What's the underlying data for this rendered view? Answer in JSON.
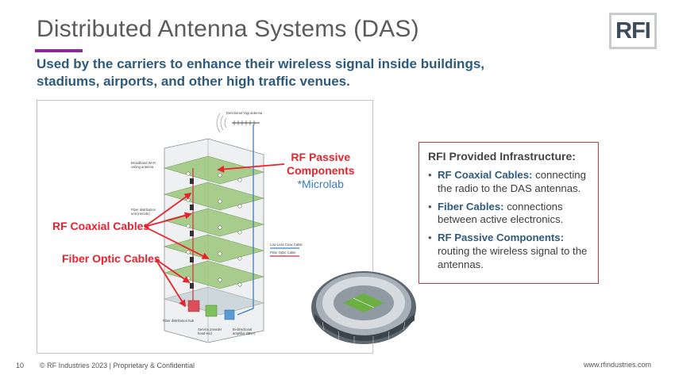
{
  "slide": {
    "title": "Distributed Antenna Systems (DAS)",
    "subtitle": "Used by the carriers to enhance their wireless signal inside buildings, stadiums, airports, and other high traffic venues.",
    "logo_text": "RFI",
    "page_number": "10",
    "copyright": "© RF Industries 2023 | Proprietary & Confidential",
    "website": "www.rfindustries.com"
  },
  "diagram": {
    "labels": {
      "directional_antenna": "Directional Yagi antenna",
      "broadband_wifi": "Broadband Wi-Fi ceiling antenna",
      "broadband_wifi_l1": "Broadband Wi-Fi",
      "broadband_wifi_l2": "ceiling antenna",
      "fiber_distribution_unit_l1": "Fiber distribution",
      "fiber_distribution_unit_l2": "unit (remote)",
      "low_loss_coax": "Low Loss Coax Cable",
      "fiber_optic_cable": "Fiber Optic Cable",
      "fiber_distribution_hub": "Fiber distribution hub",
      "service_provider_l1": "Service provider",
      "service_provider_l2": "head-end",
      "bda_l1": "Bi-directional",
      "bda_l2": "amplifier (BDA)"
    },
    "callouts": {
      "passive_line1": "RF Passive",
      "passive_line2": "Components",
      "microlab": "*Microlab",
      "coax": "RF Coaxial Cables",
      "fiber": "Fiber Optic Cables"
    }
  },
  "info_box": {
    "heading": "RFI Provided Infrastructure:",
    "items": [
      {
        "term": "RF Coaxial Cables:",
        "desc": " connecting the radio to the DAS antennas."
      },
      {
        "term": "Fiber Cables:",
        "desc": " connections between active electronics."
      },
      {
        "term": "RF Passive Components:",
        "desc": " routing the wireless signal to the antennas."
      }
    ]
  },
  "colors": {
    "title": "#5b5b5b",
    "accent": "#8b2a91",
    "subtitle": "#2d5a7d",
    "callout_red": "#e8232d",
    "microlab_blue": "#3a7bbf",
    "box_border": "#d9363e"
  }
}
